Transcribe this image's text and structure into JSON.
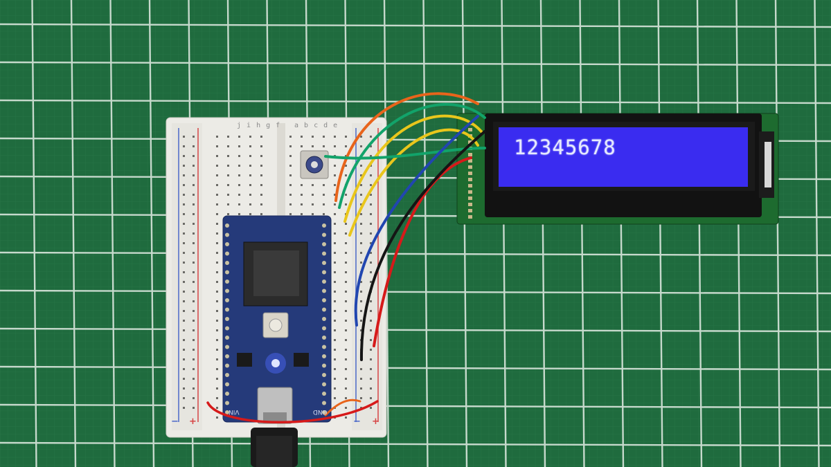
{
  "lcd": {
    "text": "12345678",
    "backlight_color": "#3a2cf0",
    "text_color": "#e6e9ff"
  },
  "breadboard": {
    "letters_left": "j i h g f",
    "letters_right": "a b c d e",
    "rail_minus": "−",
    "rail_plus": "+"
  },
  "mcu_board": {
    "pin_labels": [
      "GND",
      "VIN"
    ],
    "led_color": "#3b5bff"
  },
  "wires": {
    "colors": [
      "#e8641b",
      "#12a36a",
      "#e9c61c",
      "#d61a1a",
      "#151515",
      "#2146b0"
    ]
  },
  "mat": {
    "background": "#1f6b3e",
    "grid_color": "#d9e6dc"
  }
}
